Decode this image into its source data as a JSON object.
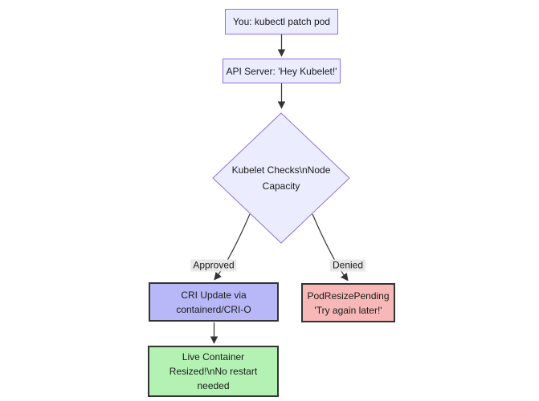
{
  "diagram": {
    "type": "flowchart",
    "nodes": {
      "user_action": {
        "label": "You: kubectl patch pod"
      },
      "api_server": {
        "label": "API Server: 'Hey Kubelet!'"
      },
      "kubelet_check": {
        "label": "Kubelet Checks\\nNode Capacity"
      },
      "cri_update": {
        "label": "CRI Update via containerd/CRI-O"
      },
      "live_resized": {
        "label": "Live Container Resized!\\nNo restart needed"
      },
      "resize_pending": {
        "label": "PodResizePending 'Try again later!'"
      }
    },
    "edge_labels": {
      "approved": "Approved",
      "denied": "Denied"
    },
    "colors": {
      "default_node_fill": "#ECECFF",
      "default_node_border": "#9370DB",
      "cri_node_fill": "#b8b8f8",
      "success_node_fill": "#b4f2b4",
      "pending_node_fill": "#f8b8b8",
      "emphasis_border": "#333333",
      "edge_stroke": "#333333",
      "edge_label_bg": "#e8e8e8",
      "background": "#ffffff"
    }
  }
}
